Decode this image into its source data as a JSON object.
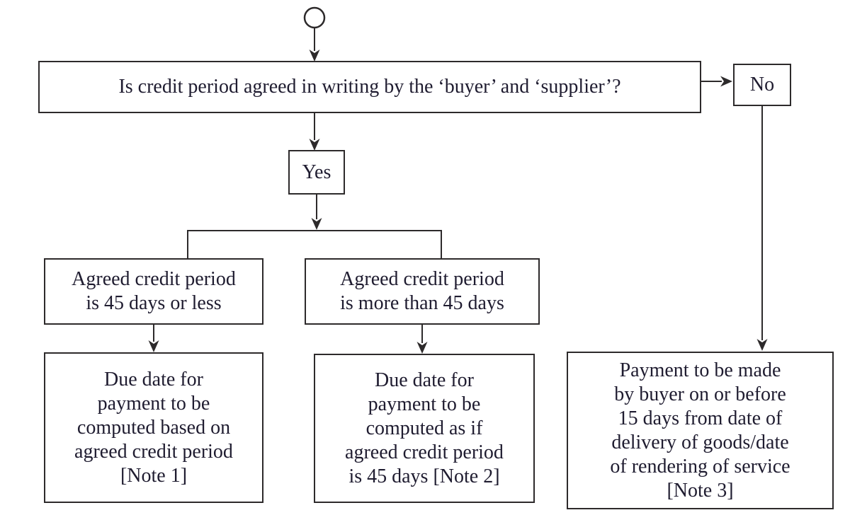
{
  "diagram": {
    "kind": "flowchart",
    "colors": {
      "line": "#2d2a2b",
      "text": "#1f1c30",
      "background": "#ffffff"
    },
    "nodes": {
      "question": "Is credit period agreed in writing by the ‘buyer’ and ‘supplier’?",
      "yes_label": "Yes",
      "no_label": "No",
      "branch_left": [
        "Agreed credit period",
        "is 45 days or less"
      ],
      "branch_right": [
        "Agreed credit period",
        "is more than 45 days"
      ],
      "note1": [
        "Due date for",
        "payment to be",
        "computed based on",
        "agreed credit period",
        "[Note 1]"
      ],
      "note2": [
        "Due date for",
        "payment to be",
        "computed as if",
        "agreed credit period",
        "is 45 days [Note 2]"
      ],
      "note3": [
        "Payment to be made",
        "by buyer on or before",
        "15 days from date of",
        "delivery of goods/date",
        "of rendering of service",
        "[Note 3]"
      ]
    }
  }
}
